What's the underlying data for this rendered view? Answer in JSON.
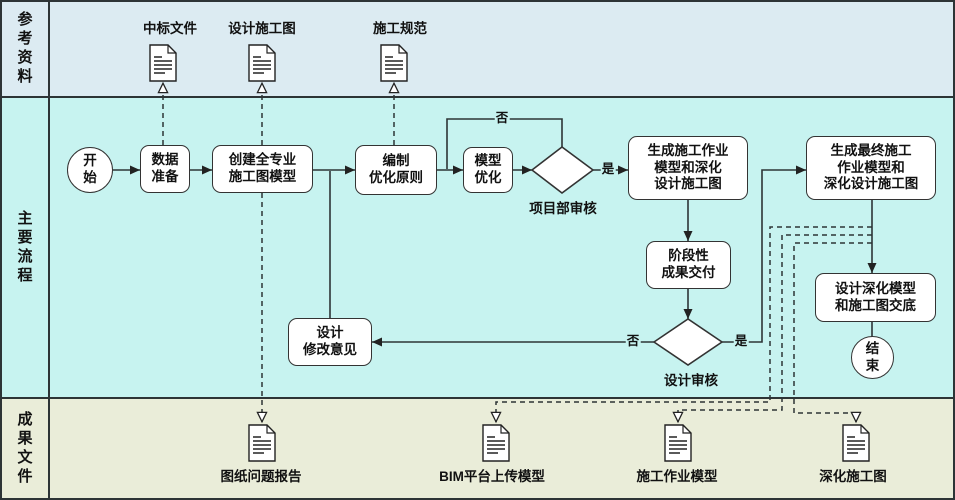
{
  "colors": {
    "reference_band": "#dcebf2",
    "process_band": "#c7f3f0",
    "output_band": "#eaedd9",
    "line": "#2d3436",
    "node_fill": "#ffffff"
  },
  "rows": [
    {
      "label": "参考资料"
    },
    {
      "label": "主要流程"
    },
    {
      "label": "成果文件"
    }
  ],
  "reference_docs": [
    {
      "label": "中标文件",
      "icon": "document-icon"
    },
    {
      "label": "设计施工图",
      "icon": "document-icon"
    },
    {
      "label": "施工规范",
      "icon": "document-icon"
    }
  ],
  "output_docs": [
    {
      "label": "图纸问题报告",
      "icon": "document-icon"
    },
    {
      "label": "BIM平台上传模型",
      "icon": "document-icon"
    },
    {
      "label": "施工作业模型",
      "icon": "document-icon"
    },
    {
      "label": "深化施工图",
      "icon": "document-icon"
    }
  ],
  "nodes": {
    "start": "开\n始",
    "data_prep": "数据\n准备",
    "create_model": "创建全专业\n施工图模型",
    "optimize_rules": "编制\n优化原则",
    "model_optimize": "模型\n优化",
    "gen_work_model": "生成施工作业\n模型和深化\n设计施工图",
    "gen_final_model": "生成最终施工\n作业模型和\n深化设计施工图",
    "stage_delivery": "阶段性\n成果交付",
    "design_feedback": "设计\n修改意见",
    "design_handover": "设计深化模型\n和施工图交底",
    "end": "结\n束"
  },
  "decisions": {
    "project_review": {
      "caption": "项目部审核",
      "yes_label": "是",
      "no_label": "否"
    },
    "design_review": {
      "caption": "设计审核",
      "yes_label": "是",
      "no_label": "否"
    }
  }
}
